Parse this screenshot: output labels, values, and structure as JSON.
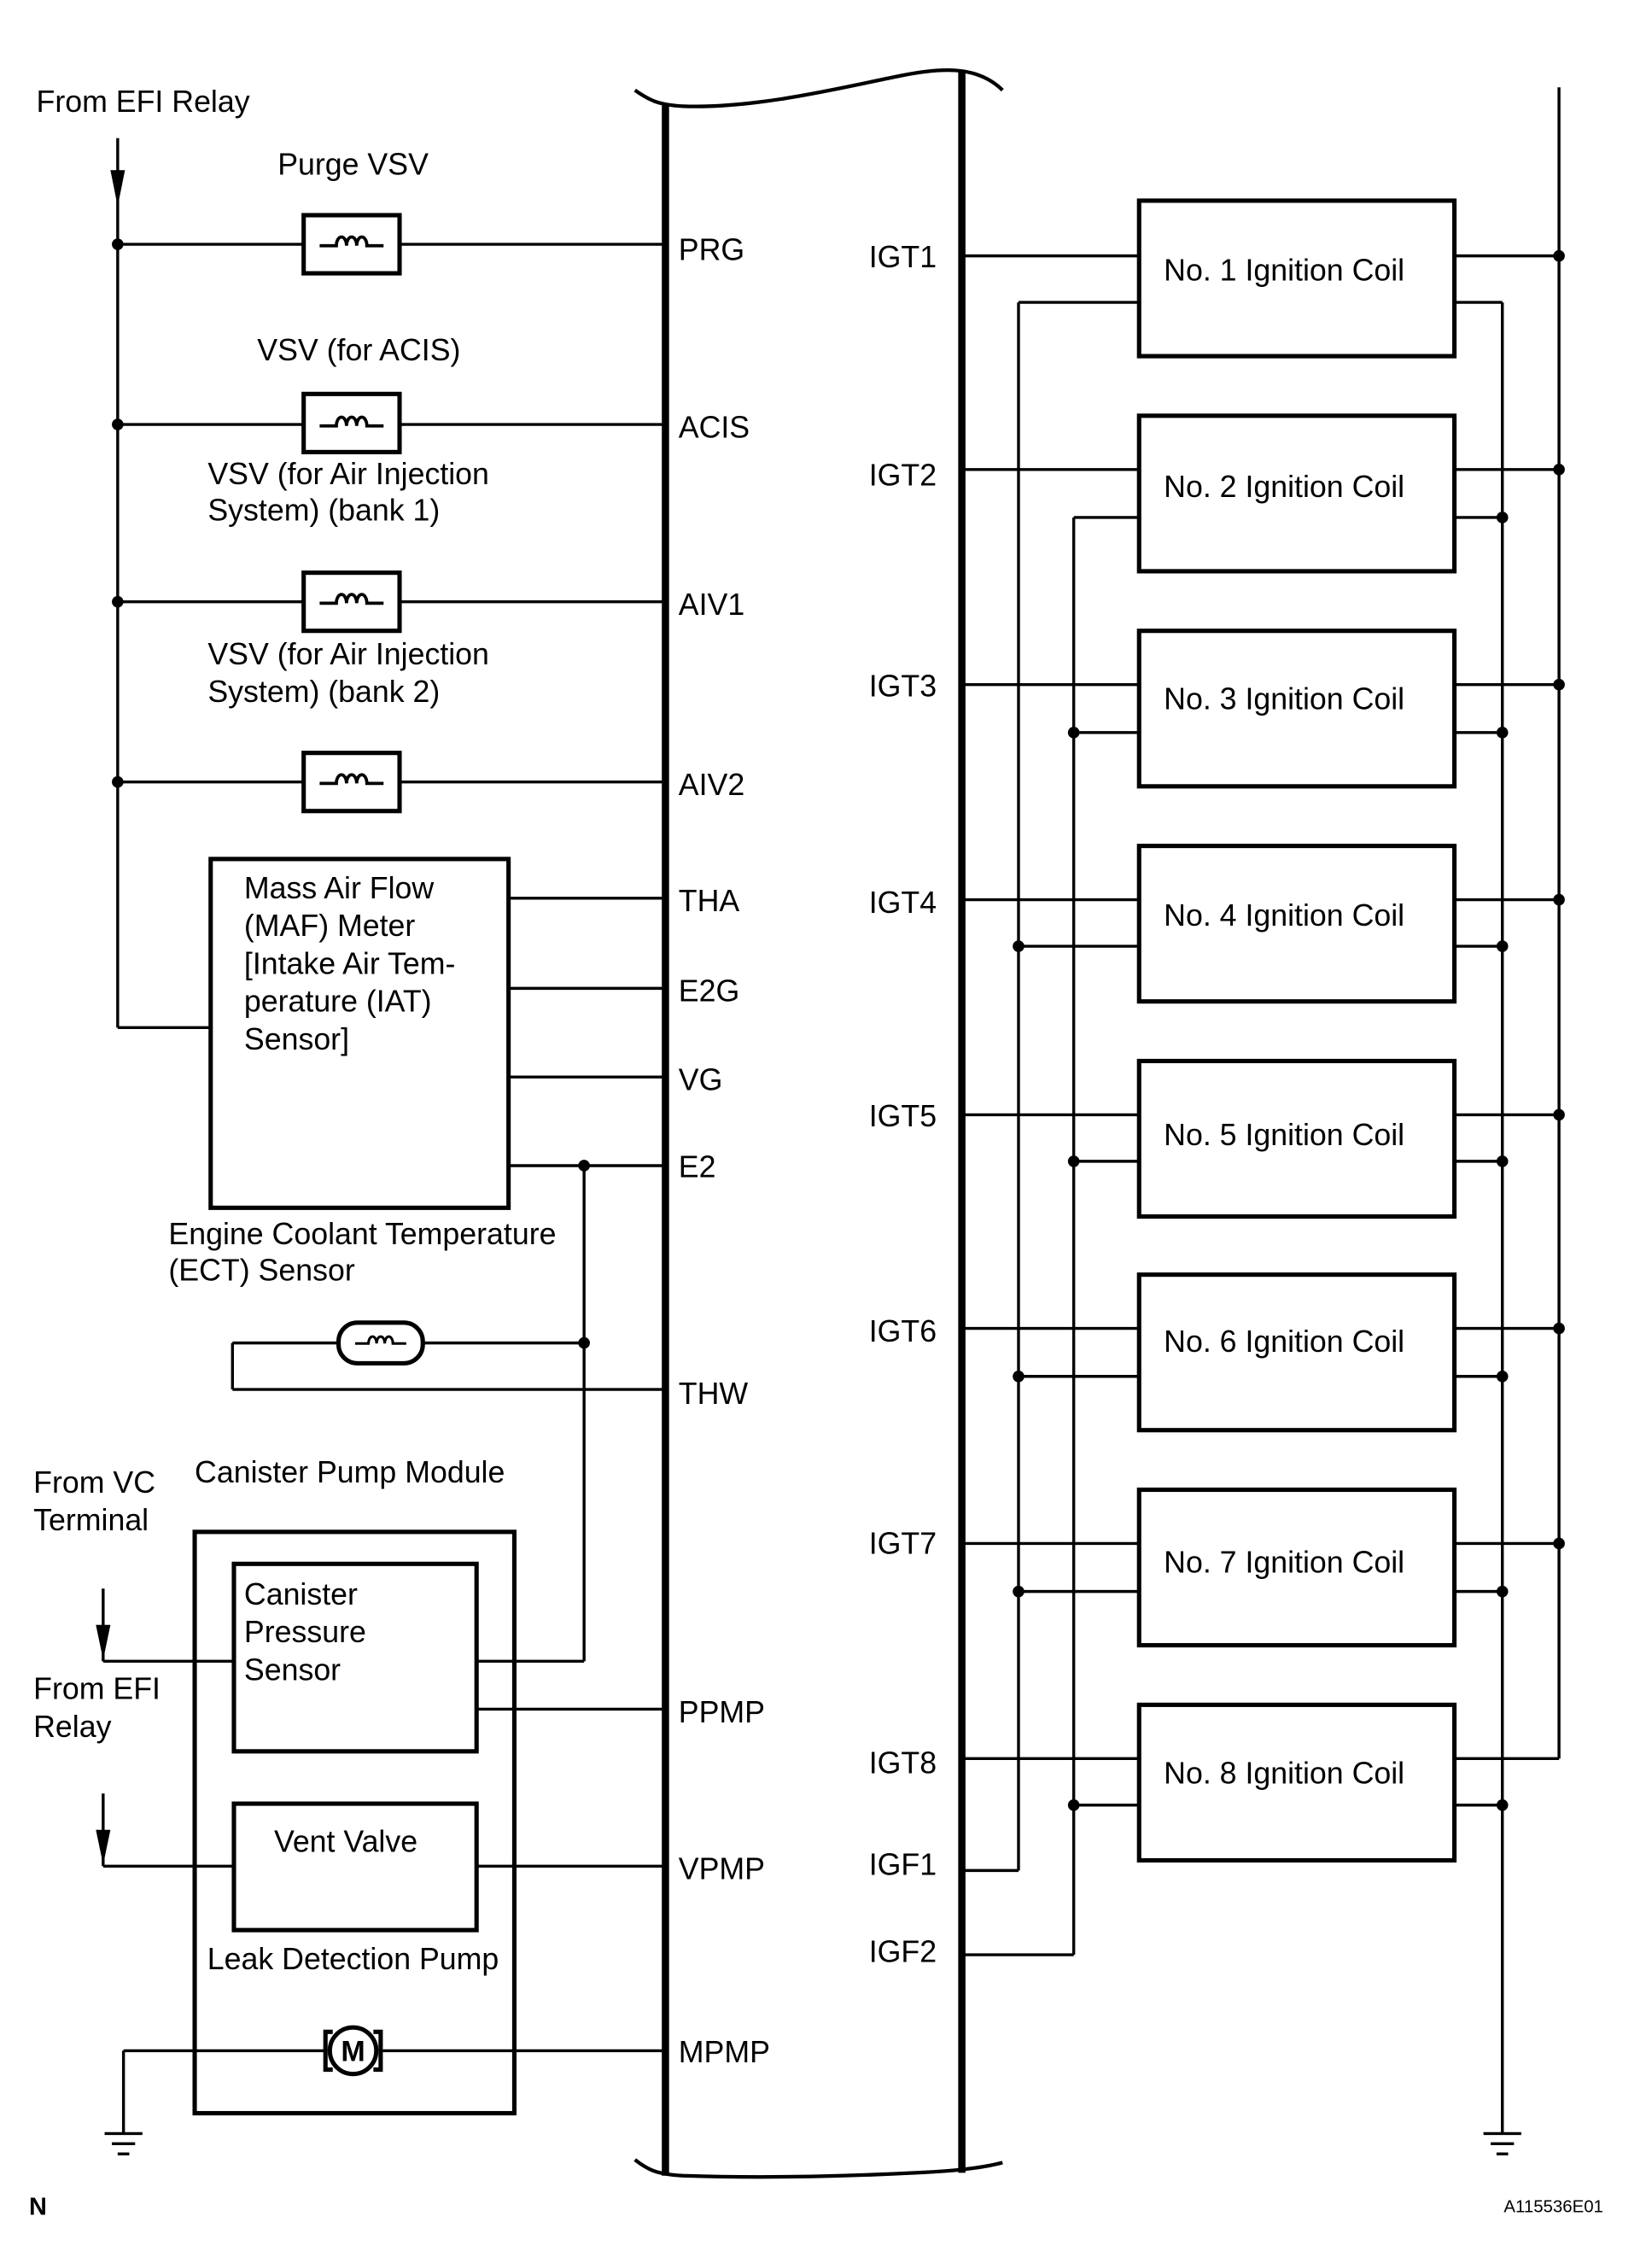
{
  "left": {
    "power_source_top": "From EFI Relay",
    "purge_vsv": {
      "label": "Purge VSV",
      "terminal": "PRG"
    },
    "acis_vsv": {
      "label": "VSV (for ACIS)",
      "terminal": "ACIS"
    },
    "air_injection_vsv_bank1": {
      "label": [
        "VSV (for Air Injection",
        "System) (bank 1)"
      ],
      "terminal": "AIV1"
    },
    "air_injection_vsv_bank2": {
      "label": [
        "VSV (for Air Injection",
        "System) (bank 2)"
      ],
      "terminal": "AIV2"
    },
    "maf_meter": {
      "label": [
        "Mass Air Flow",
        "(MAF) Meter",
        "[Intake Air Tem-",
        "perature (IAT)",
        "Sensor]"
      ],
      "terminals": [
        "THA",
        "E2G",
        "VG",
        "E2"
      ]
    },
    "ect_sensor": {
      "label": [
        "Engine Coolant Temperature",
        "(ECT) Sensor"
      ],
      "terminal": "THW"
    },
    "canister_pump_module": {
      "title": "Canister Pump Module",
      "vc_source": [
        "From VC",
        "Terminal"
      ],
      "efi_source": [
        "From EFI",
        "Relay"
      ],
      "pressure_sensor": {
        "label": [
          "Canister",
          "Pressure",
          "Sensor"
        ],
        "terminal": "PPMP"
      },
      "vent_valve": {
        "label": "Vent Valve",
        "terminal": "VPMP"
      },
      "leak_detection_pump": {
        "label": "Leak Detection Pump",
        "motor_symbol": "M",
        "terminal": "MPMP"
      }
    }
  },
  "right": {
    "ignition_coils": [
      {
        "terminal": "IGT1",
        "label": "No. 1 Ignition Coil"
      },
      {
        "terminal": "IGT2",
        "label": "No. 2 Ignition Coil"
      },
      {
        "terminal": "IGT3",
        "label": "No. 3 Ignition Coil"
      },
      {
        "terminal": "IGT4",
        "label": "No. 4 Ignition Coil"
      },
      {
        "terminal": "IGT5",
        "label": "No. 5 Ignition Coil"
      },
      {
        "terminal": "IGT6",
        "label": "No. 6 Ignition Coil"
      },
      {
        "terminal": "IGT7",
        "label": "No. 7 Ignition Coil"
      },
      {
        "terminal": "IGT8",
        "label": "No. 8 Ignition Coil"
      }
    ],
    "igf_terminals": [
      "IGF1",
      "IGF2"
    ]
  },
  "footer": {
    "corner_mark": "N",
    "figure_code": "A115536E01"
  }
}
